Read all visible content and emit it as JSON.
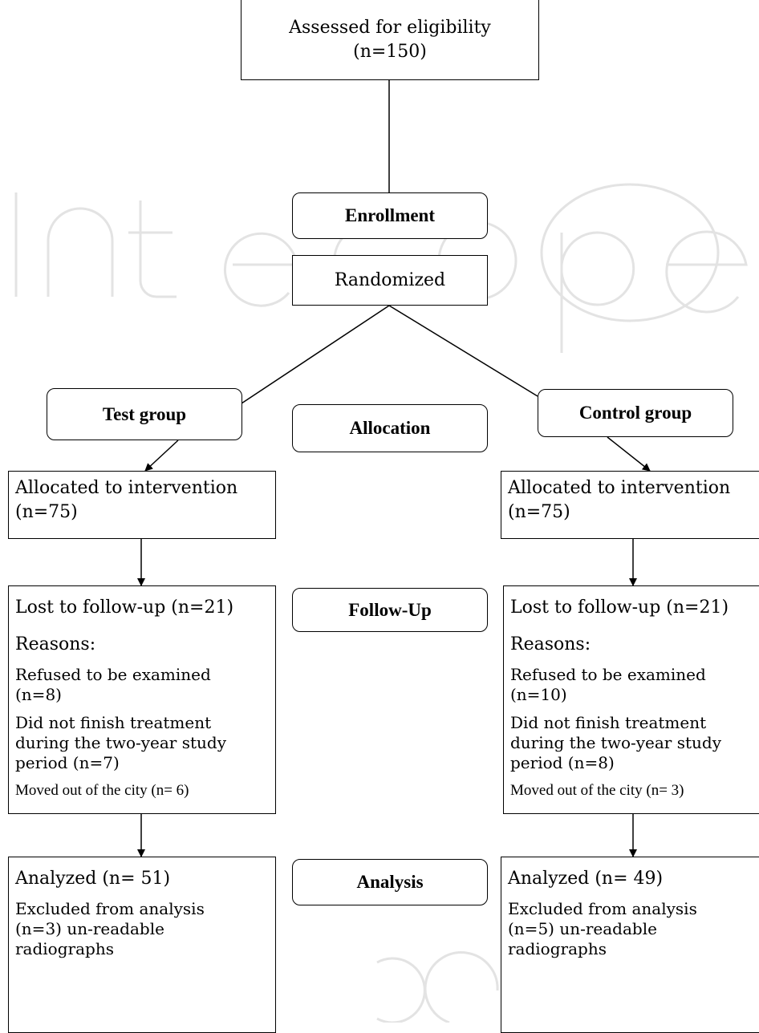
{
  "eligibility": {
    "label": "Assessed for eligibility",
    "count": "(n=150)"
  },
  "enrollment": {
    "label": "Enrollment"
  },
  "randomized": {
    "label": "Randomized"
  },
  "groups": {
    "test": {
      "label": "Test group"
    },
    "control": {
      "label": "Control group"
    }
  },
  "stages": {
    "allocation": "Allocation",
    "follow_up": "Follow-Up",
    "analysis": "Analysis"
  },
  "arms": [
    {
      "allocated": {
        "label": "Allocated to intervention",
        "count": "(n=75)"
      },
      "lost": {
        "title": "Lost to follow-up  (n=21)",
        "reasons_label": "Reasons:",
        "refused": "Refused to be examined",
        "refused_count": "(n=8)",
        "not_finished_1": "Did not finish treatment",
        "not_finished_2": "during the two-year study",
        "not_finished_3": "period (n=7)",
        "moved": "Moved out of the city (n= 6)"
      },
      "analyzed": {
        "title": "Analyzed  (n= 51)",
        "excluded_1": "Excluded from analysis",
        "excluded_2": "(n=3) un-readable",
        "excluded_3": "radiographs"
      }
    },
    {
      "allocated": {
        "label": "Allocated to intervention",
        "count": "(n=75)"
      },
      "lost": {
        "title": "Lost to follow-up  (n=21)",
        "reasons_label": "Reasons:",
        "refused": "Refused to be examined",
        "refused_count": "(n=10)",
        "not_finished_1": "Did not finish treatment",
        "not_finished_2": "during the two-year study",
        "not_finished_3": "period (n=8)",
        "moved": "Moved out of the city (n= 3)"
      },
      "analyzed": {
        "title": "Analyzed  (n= 49)",
        "excluded_1": "Excluded from analysis",
        "excluded_2": "(n=5) un-readable",
        "excluded_3": "radiographs"
      }
    }
  ]
}
